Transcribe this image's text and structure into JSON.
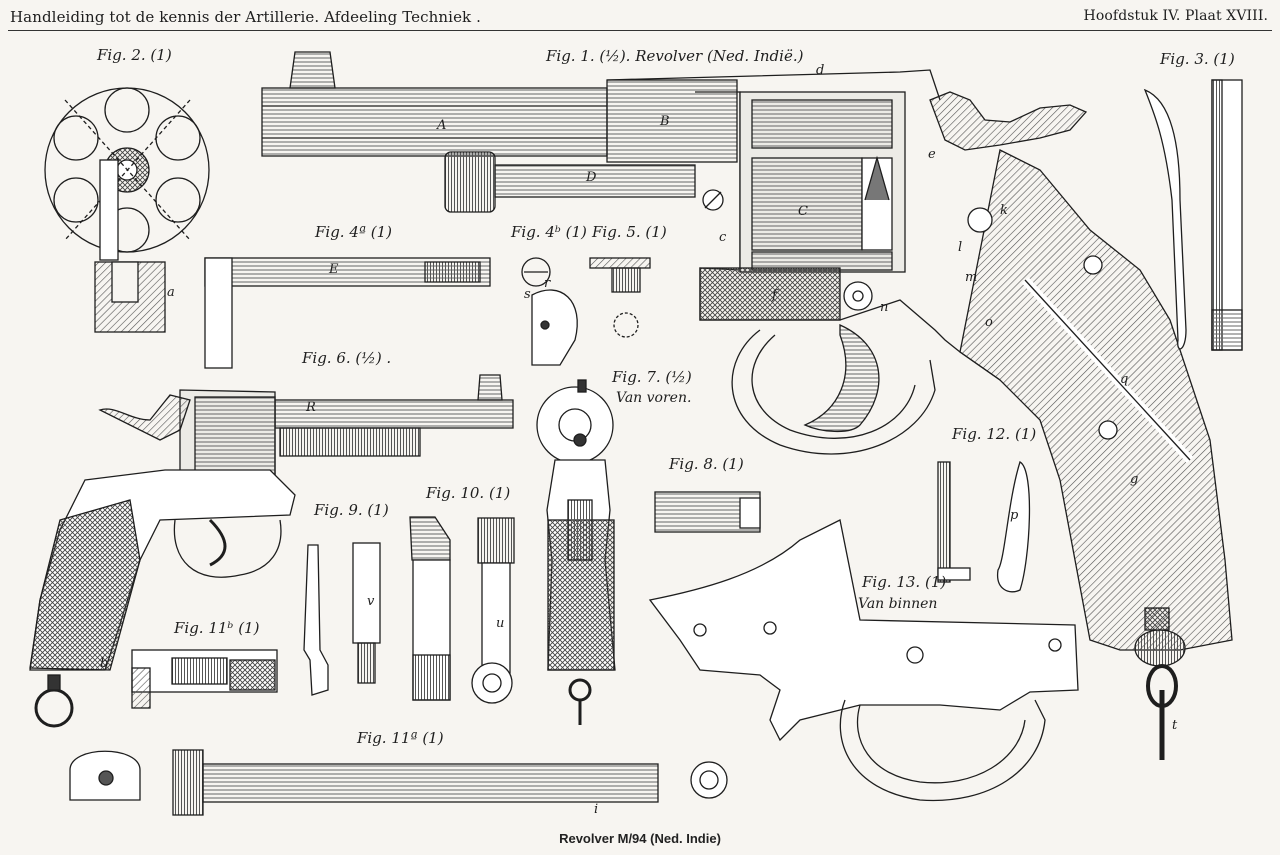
{
  "header": {
    "left": "Handleiding tot de kennis der Artillerie. Afdeeling Techniek .",
    "right": "Hoofdstuk IV. Plaat XVIII."
  },
  "figures": {
    "fig1": "Fig. 1. (½). Revolver (Ned. Indië.)",
    "fig2": "Fig. 2. (1)",
    "fig3": "Fig. 3. (1)",
    "fig4a": "Fig. 4ª (1)",
    "fig4b": "Fig. 4ᵇ (1)",
    "fig5": "Fig. 5. (1)",
    "fig6": "Fig. 6. (½) .",
    "fig7": "Fig. 7. (½)",
    "fig7_sub": "Van voren.",
    "fig8": "Fig. 8. (1)",
    "fig9": "Fig. 9. (1)",
    "fig10": "Fig. 10. (1)",
    "fig11a": "Fig. 11ª (1)",
    "fig11b": "Fig. 11ᵇ (1)",
    "fig12": "Fig. 12. (1)",
    "fig13": "Fig. 13. (1)",
    "fig13_sub": "Van binnen"
  },
  "part_labels": {
    "A": "A",
    "B": "B",
    "C": "C",
    "D": "D",
    "E": "E",
    "R": "R",
    "d": "d",
    "e": "e",
    "c": "c",
    "f": "f",
    "k": "k",
    "l": "l",
    "m": "m",
    "n": "n",
    "o": "o",
    "p": "p",
    "q": "q",
    "r": "r",
    "s": "s",
    "t": "t",
    "u": "u",
    "v": "v",
    "a": "a",
    "b": "b",
    "g": "g",
    "i": "i"
  },
  "caption": "Revolver M/94 (Ned. Indie)",
  "colors": {
    "paper": "#f7f5f1",
    "ink": "#1e1e1e",
    "shade": "#6b6b6b",
    "grip": "#8a8a8a"
  }
}
